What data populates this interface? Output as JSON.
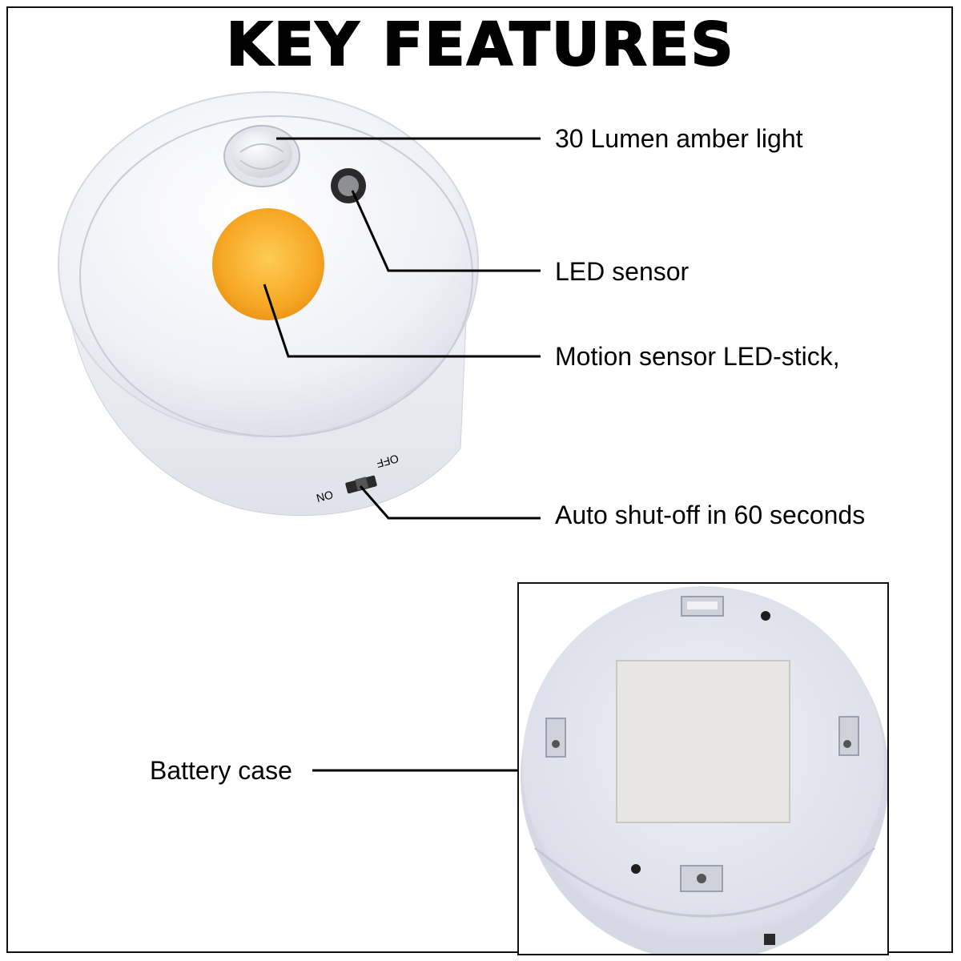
{
  "header": {
    "title": "KEY FEATURES"
  },
  "callouts": {
    "amber_light": "30 Lumen amber light",
    "led_sensor": "LED sensor",
    "motion_sensor": "Motion sensor LED-stick,",
    "auto_shutoff": "Auto shut-off in 60 seconds",
    "battery_case": "Battery case"
  },
  "switch": {
    "off_label": "OFF",
    "on_label": "ON"
  },
  "colors": {
    "amber": "#f7a825",
    "body_white": "#f2f3f8",
    "line": "#000000"
  }
}
